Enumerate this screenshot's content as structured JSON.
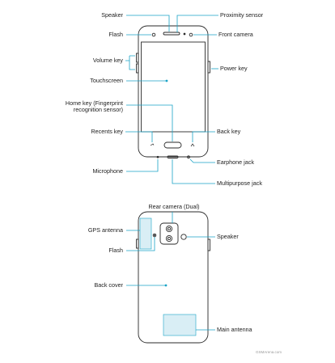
{
  "accent_color": "#1aa3c6",
  "front": {
    "labels": {
      "speaker": "Speaker",
      "flash": "Flash",
      "volume_key": "Volume key",
      "touchscreen": "Touchscreen",
      "home_key": "Home key (Fingerprint recognition sensor)",
      "recents_key": "Recents key",
      "microphone": "Microphone",
      "proximity_sensor": "Proximity sensor",
      "front_camera": "Front camera",
      "power_key": "Power key",
      "back_key": "Back key",
      "earphone_jack": "Earphone jack",
      "multipurpose_jack": "Multipurpose jack"
    }
  },
  "back": {
    "labels": {
      "rear_camera": "Rear camera (Dual)",
      "gps_antenna": "GPS antenna",
      "flash": "Flash",
      "speaker": "Speaker",
      "back_cover": "Back cover",
      "main_antenna": "Main antenna"
    }
  },
  "watermark": "GSMArena.com"
}
